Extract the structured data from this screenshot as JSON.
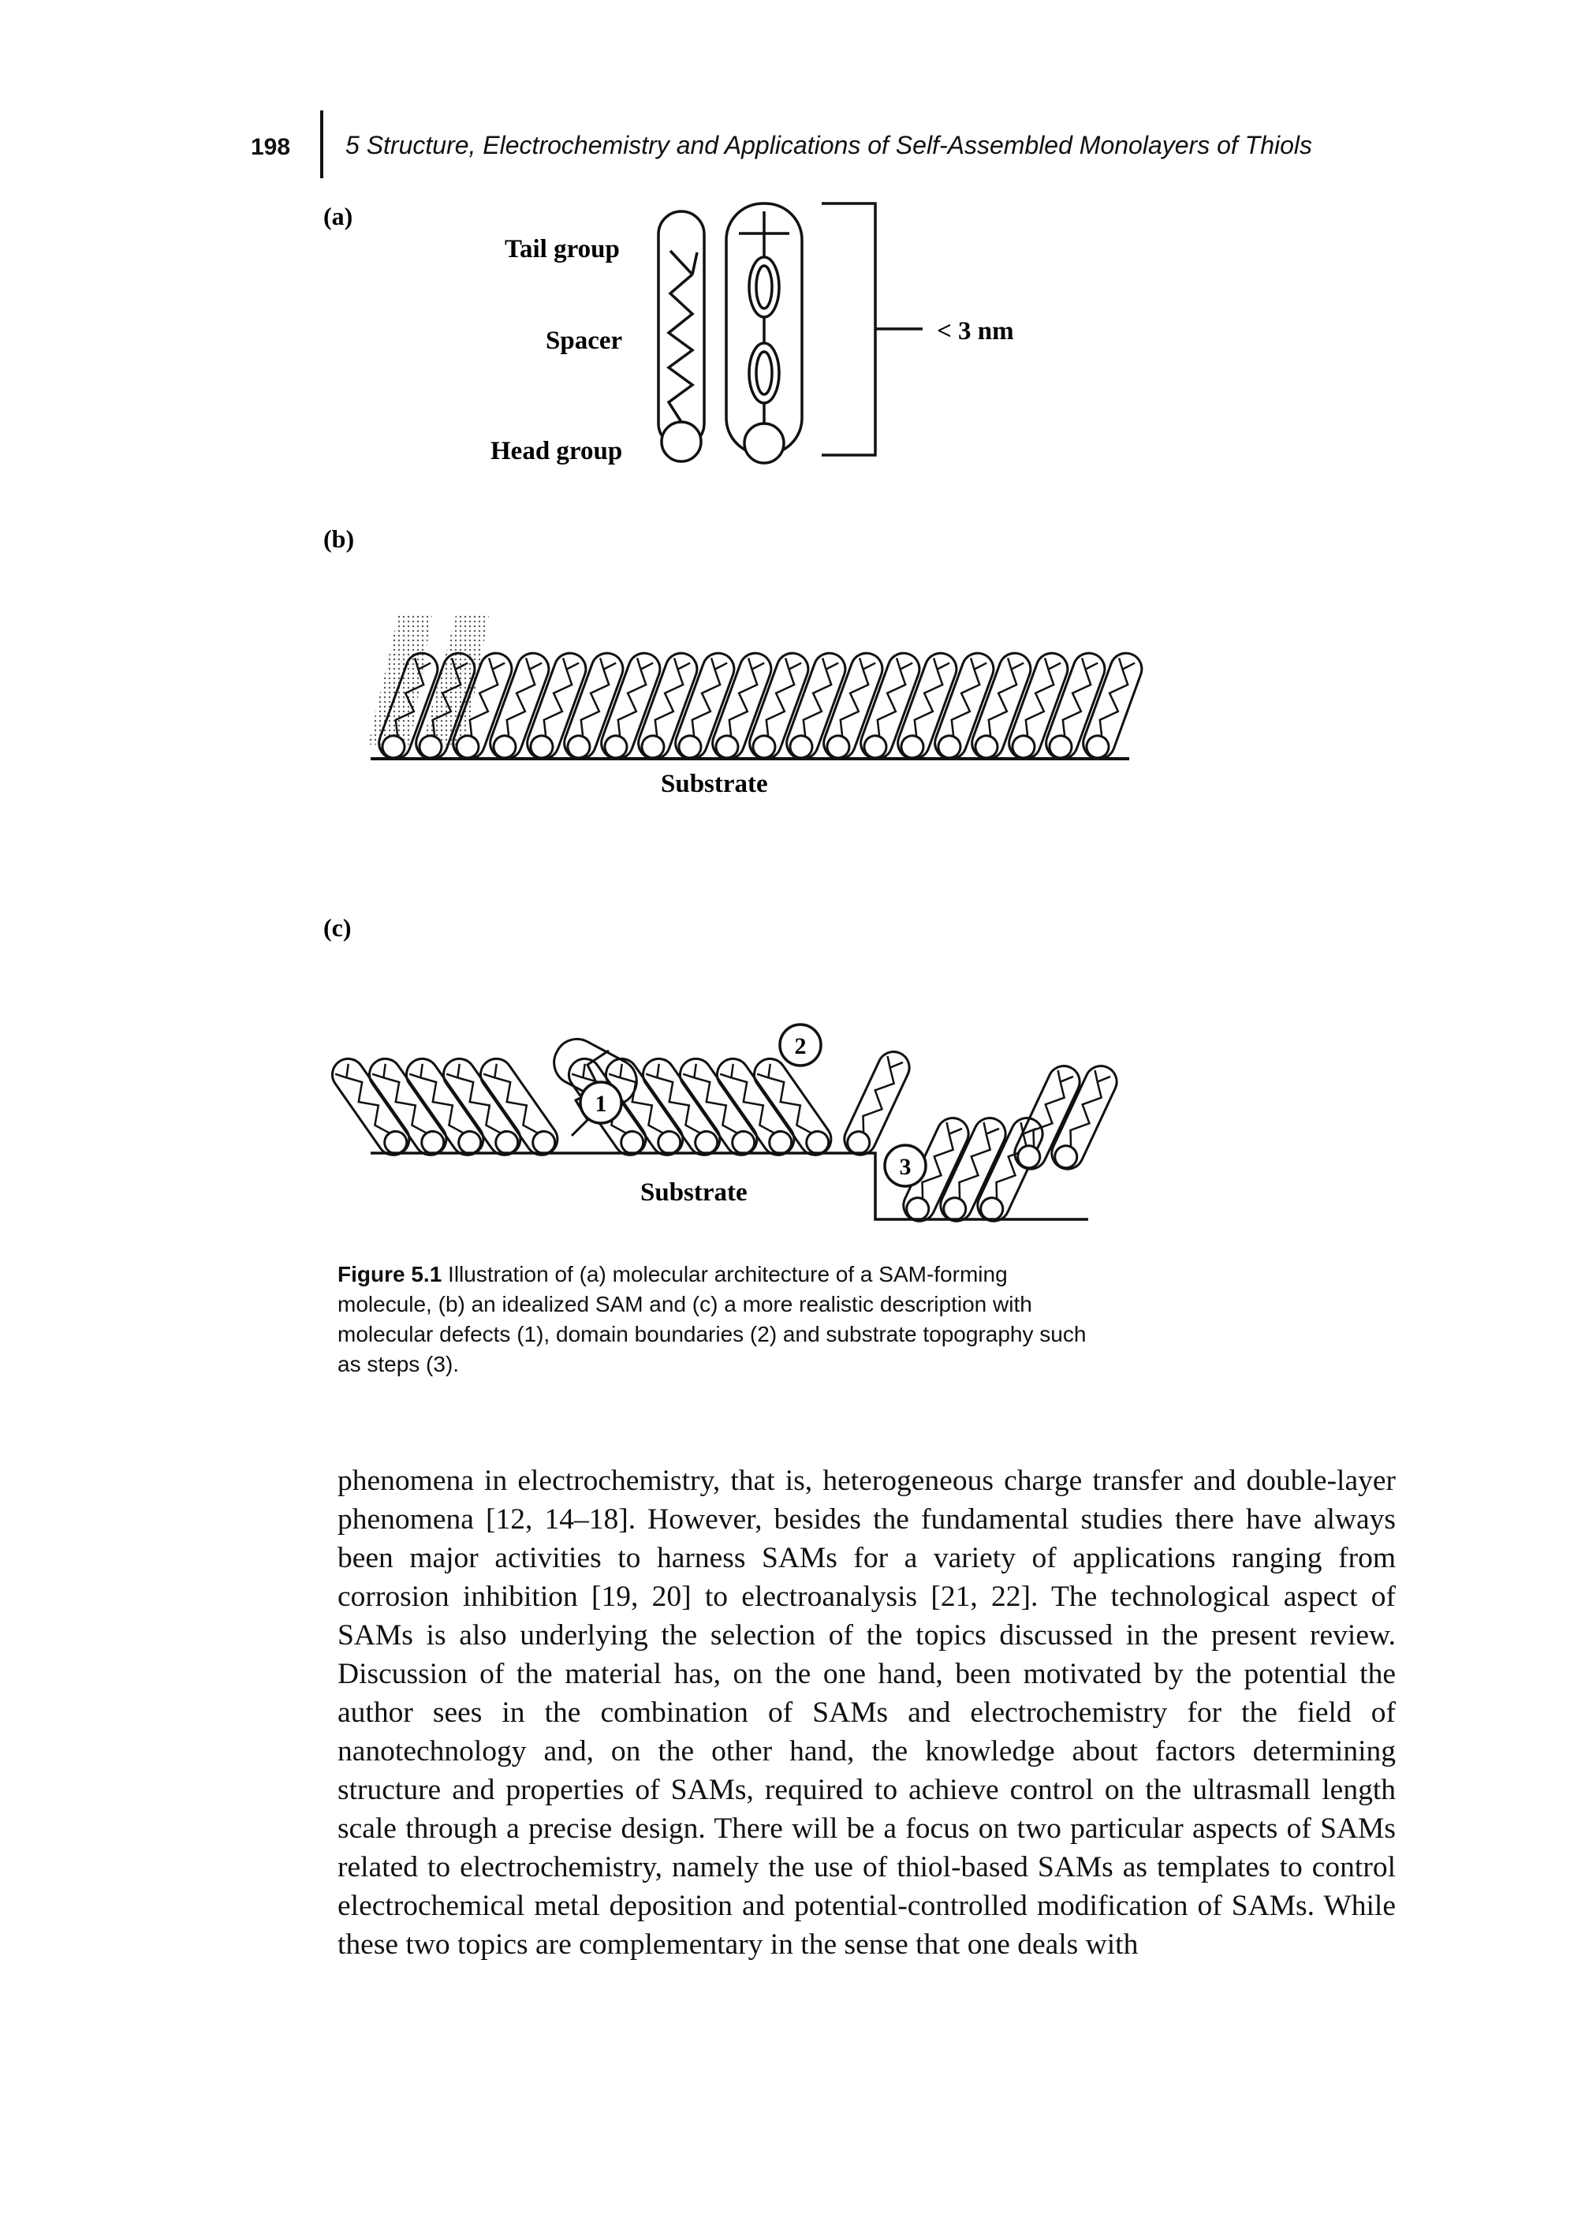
{
  "header": {
    "page_number": "198",
    "running_title": "5 Structure, Electrochemistry and Applications of Self-Assembled Monolayers of Thiols"
  },
  "figure": {
    "panel_a": {
      "label": "(a)",
      "tail_group": "Tail group",
      "spacer": "Spacer",
      "head_group": "Head group",
      "length": "< 3 nm"
    },
    "panel_b": {
      "label": "(b)",
      "substrate": "Substrate"
    },
    "panel_c": {
      "label": "(c)",
      "substrate": "Substrate",
      "defect_1": "1",
      "defect_2": "2",
      "defect_3": "3"
    },
    "caption_label": "Figure 5.1",
    "caption_text": "Illustration of (a) molecular architecture of a SAM-forming molecule, (b) an idealized SAM and (c) a more realistic description with molecular defects (1), domain boundaries (2) and substrate topography such as steps (3)."
  },
  "body_text": "phenomena in electrochemistry, that is, heterogeneous charge transfer and double-layer phenomena [12, 14–18]. However, besides the fundamental studies there have always been major activities to harness SAMs for a variety of applications ranging from corrosion inhibition [19, 20] to electroanalysis [21, 22]. The technological aspect of SAMs is also underlying the selection of the topics discussed in the present review. Discussion of the material has, on the one hand, been motivated by the potential the author sees in the combination of SAMs and electrochemistry for the field of nanotechnology and, on the other hand, the knowledge about factors determining structure and properties of SAMs, required to achieve control on the ultrasmall length scale through a precise design. There will be a focus on two particular aspects of SAMs related to electrochemistry, namely the use of thiol-based SAMs as templates to control electrochemical metal deposition and potential-controlled modification of SAMs. While these two topics are complementary in the sense that one deals with"
}
